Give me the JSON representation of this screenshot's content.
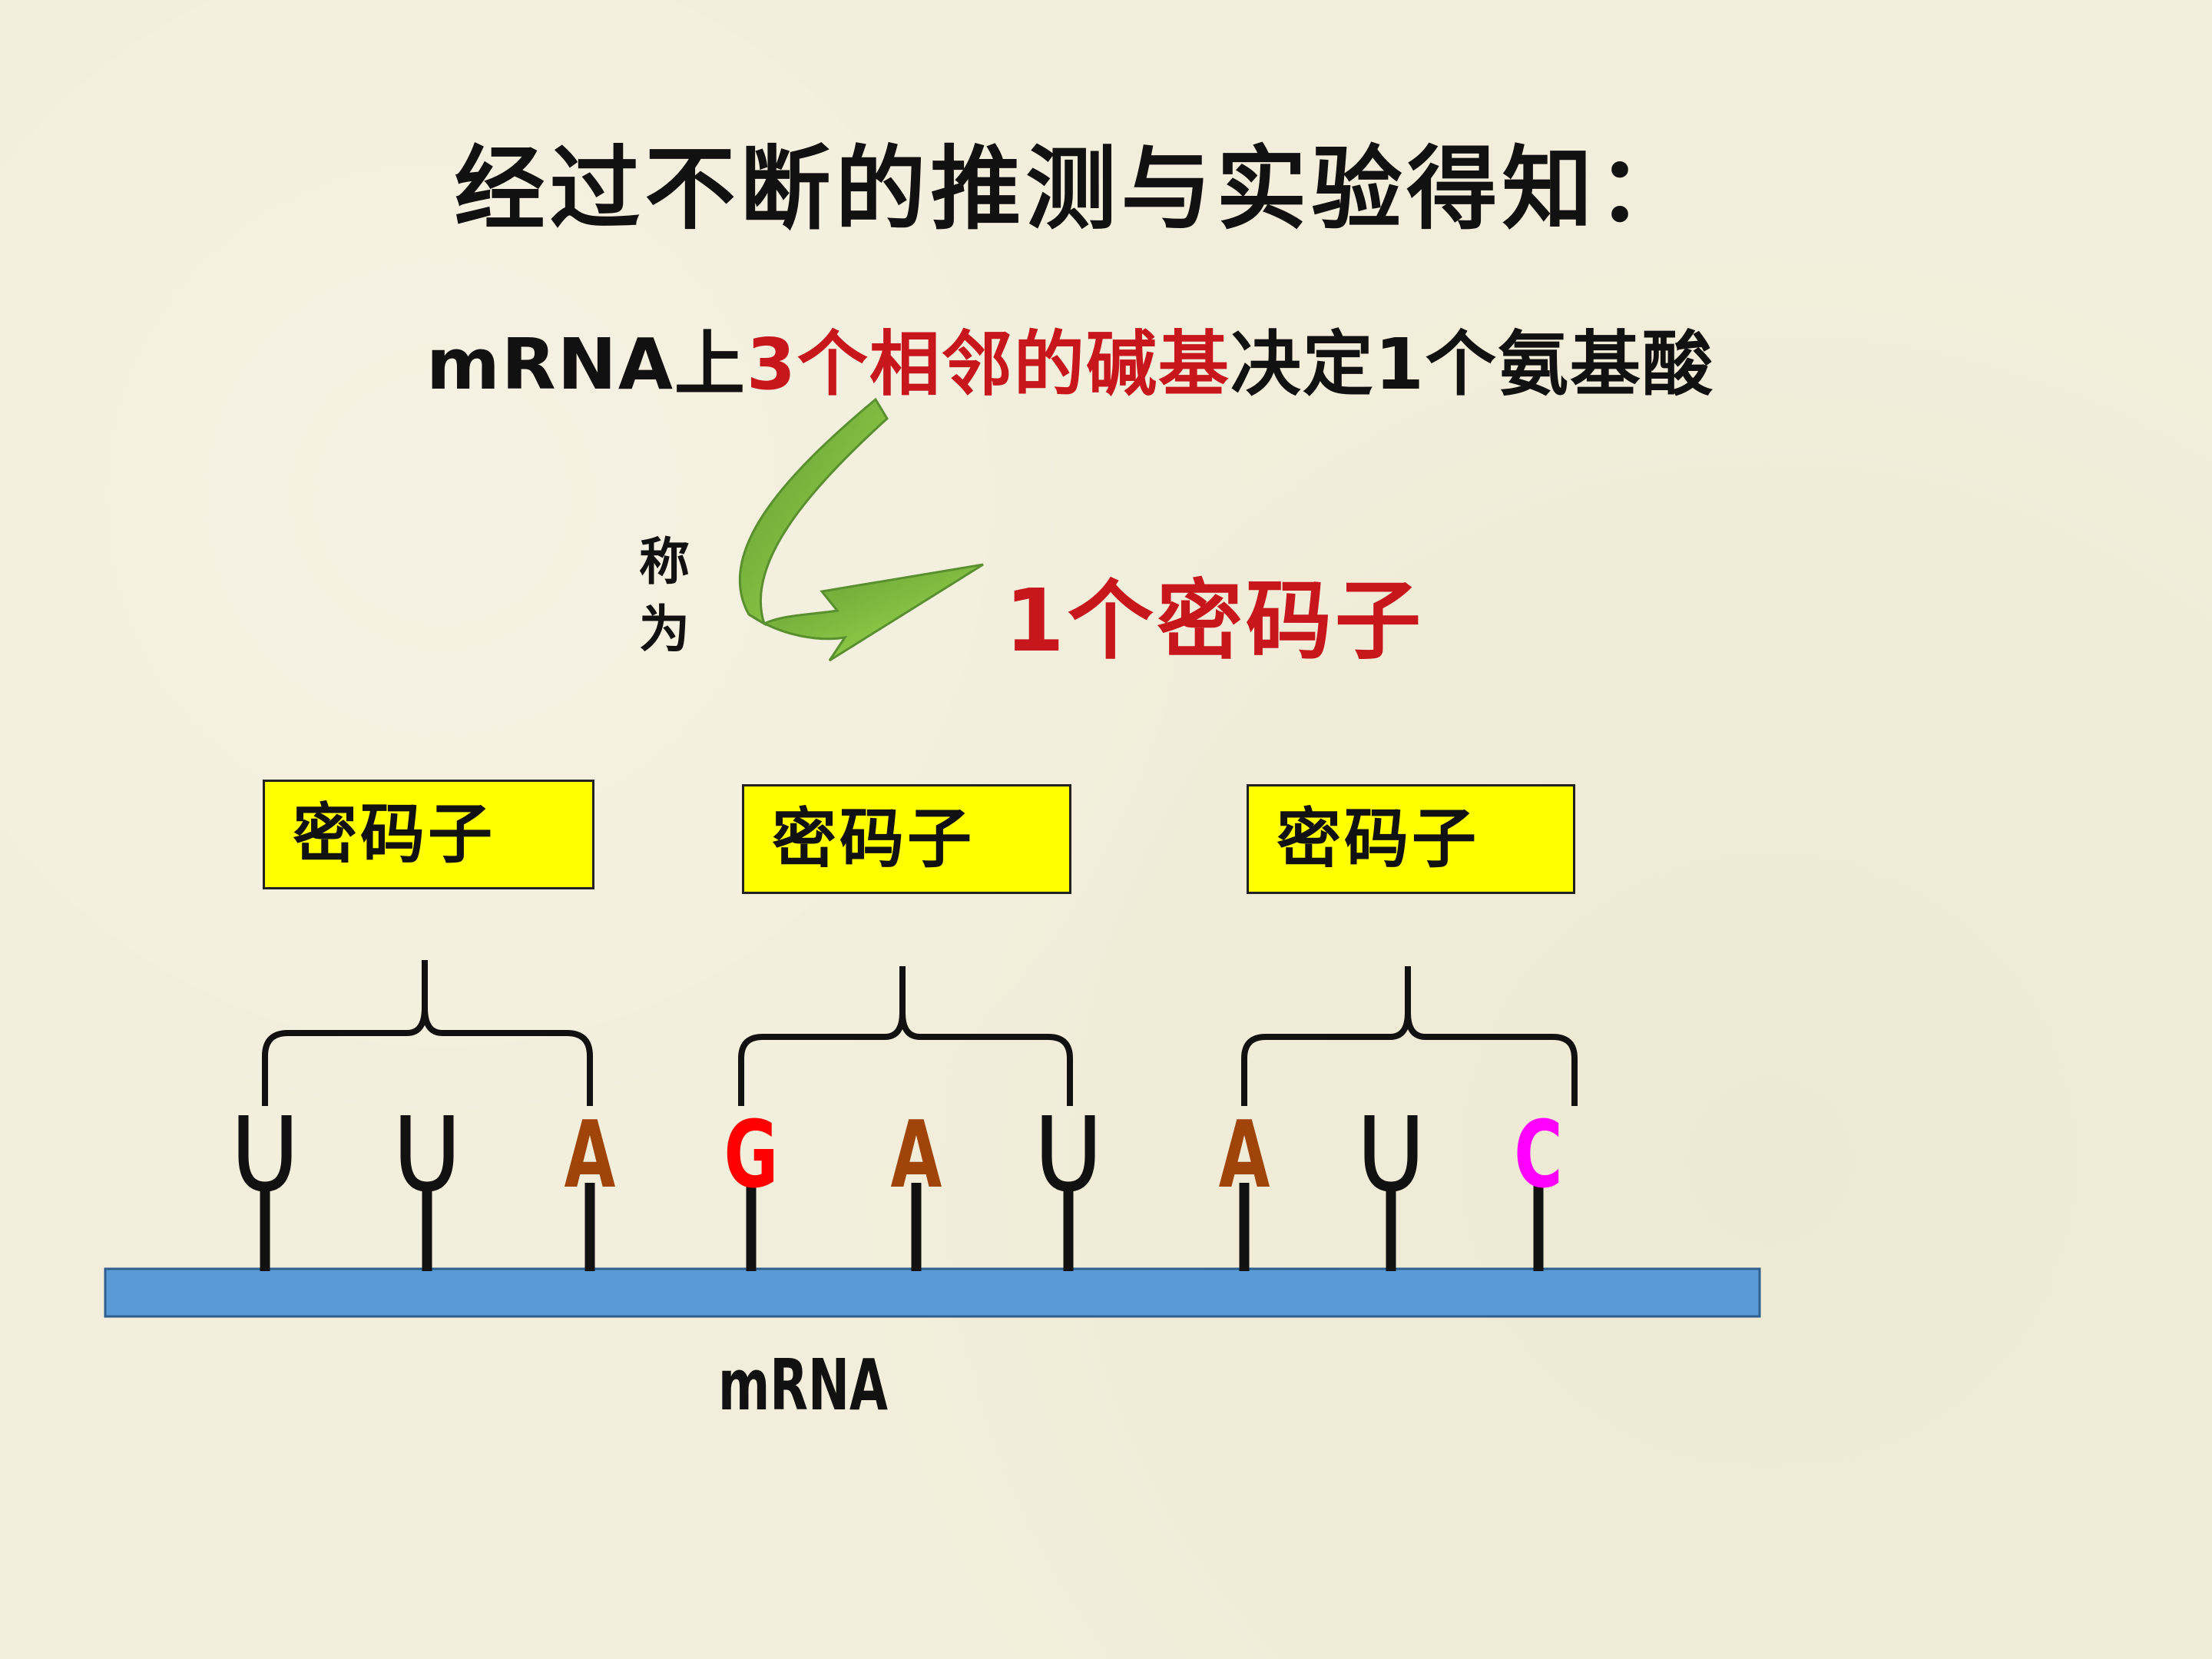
{
  "title": "经过不断的推测与实验得知：",
  "sentence": {
    "part1": "mRNA上",
    "part2_highlight": "3个相邻的碱基",
    "part3": "决定1个氨基酸"
  },
  "called_label": "称为",
  "result_label": "1个密码子",
  "codon_label": "密码子",
  "codons": [
    {
      "label": "密码子"
    },
    {
      "label": "密码子"
    },
    {
      "label": "密码子"
    }
  ],
  "bases": [
    {
      "letter": "U",
      "color": "#111111",
      "style": "fork"
    },
    {
      "letter": "U",
      "color": "#111111",
      "style": "fork"
    },
    {
      "letter": "A",
      "color": "#a0440a",
      "style": "letter"
    },
    {
      "letter": "G",
      "color": "#ff0000",
      "style": "letter"
    },
    {
      "letter": "A",
      "color": "#a0440a",
      "style": "letter"
    },
    {
      "letter": "U",
      "color": "#111111",
      "style": "fork"
    },
    {
      "letter": "A",
      "color": "#a0440a",
      "style": "letter"
    },
    {
      "letter": "U",
      "color": "#111111",
      "style": "fork"
    },
    {
      "letter": "C",
      "color": "#ff00ff",
      "style": "letter"
    }
  ],
  "strand_label": "mRNA",
  "colors": {
    "strand_fill": "#5b9bd5",
    "codon_box": "#ffff00",
    "highlight_red": "#c8161d",
    "arrow_green_dark": "#6aa13a",
    "arrow_green_light": "#9bd24a"
  }
}
